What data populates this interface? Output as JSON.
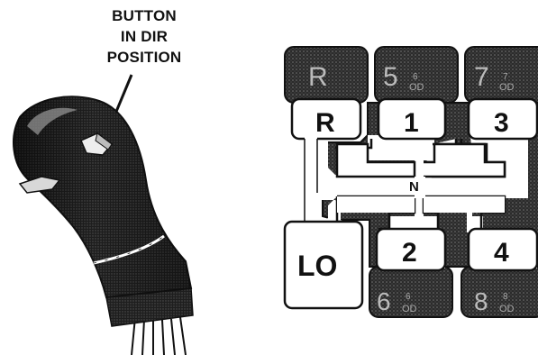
{
  "callout": {
    "line1": "BUTTON",
    "line2": "IN DIR",
    "line3": "POSITION"
  },
  "shift_pattern": {
    "neutral_label": "N",
    "top_row_dark_labels": [
      "R",
      "5",
      "7"
    ],
    "top_row_dark_sublabels": [
      "",
      "6 OD",
      "7 OD"
    ],
    "top_row_light_labels": [
      "R",
      "1",
      "3"
    ],
    "lower_light_labels": [
      "LO",
      "2",
      "4"
    ],
    "bottom_row_dark_labels": [
      "6",
      "8"
    ],
    "bottom_row_dark_sublabels": [
      "6 OD",
      "8 OD"
    ]
  },
  "colors": {
    "outline": "#111111",
    "dark_gate": "#3a3a3a",
    "light_gate": "#ffffff"
  }
}
